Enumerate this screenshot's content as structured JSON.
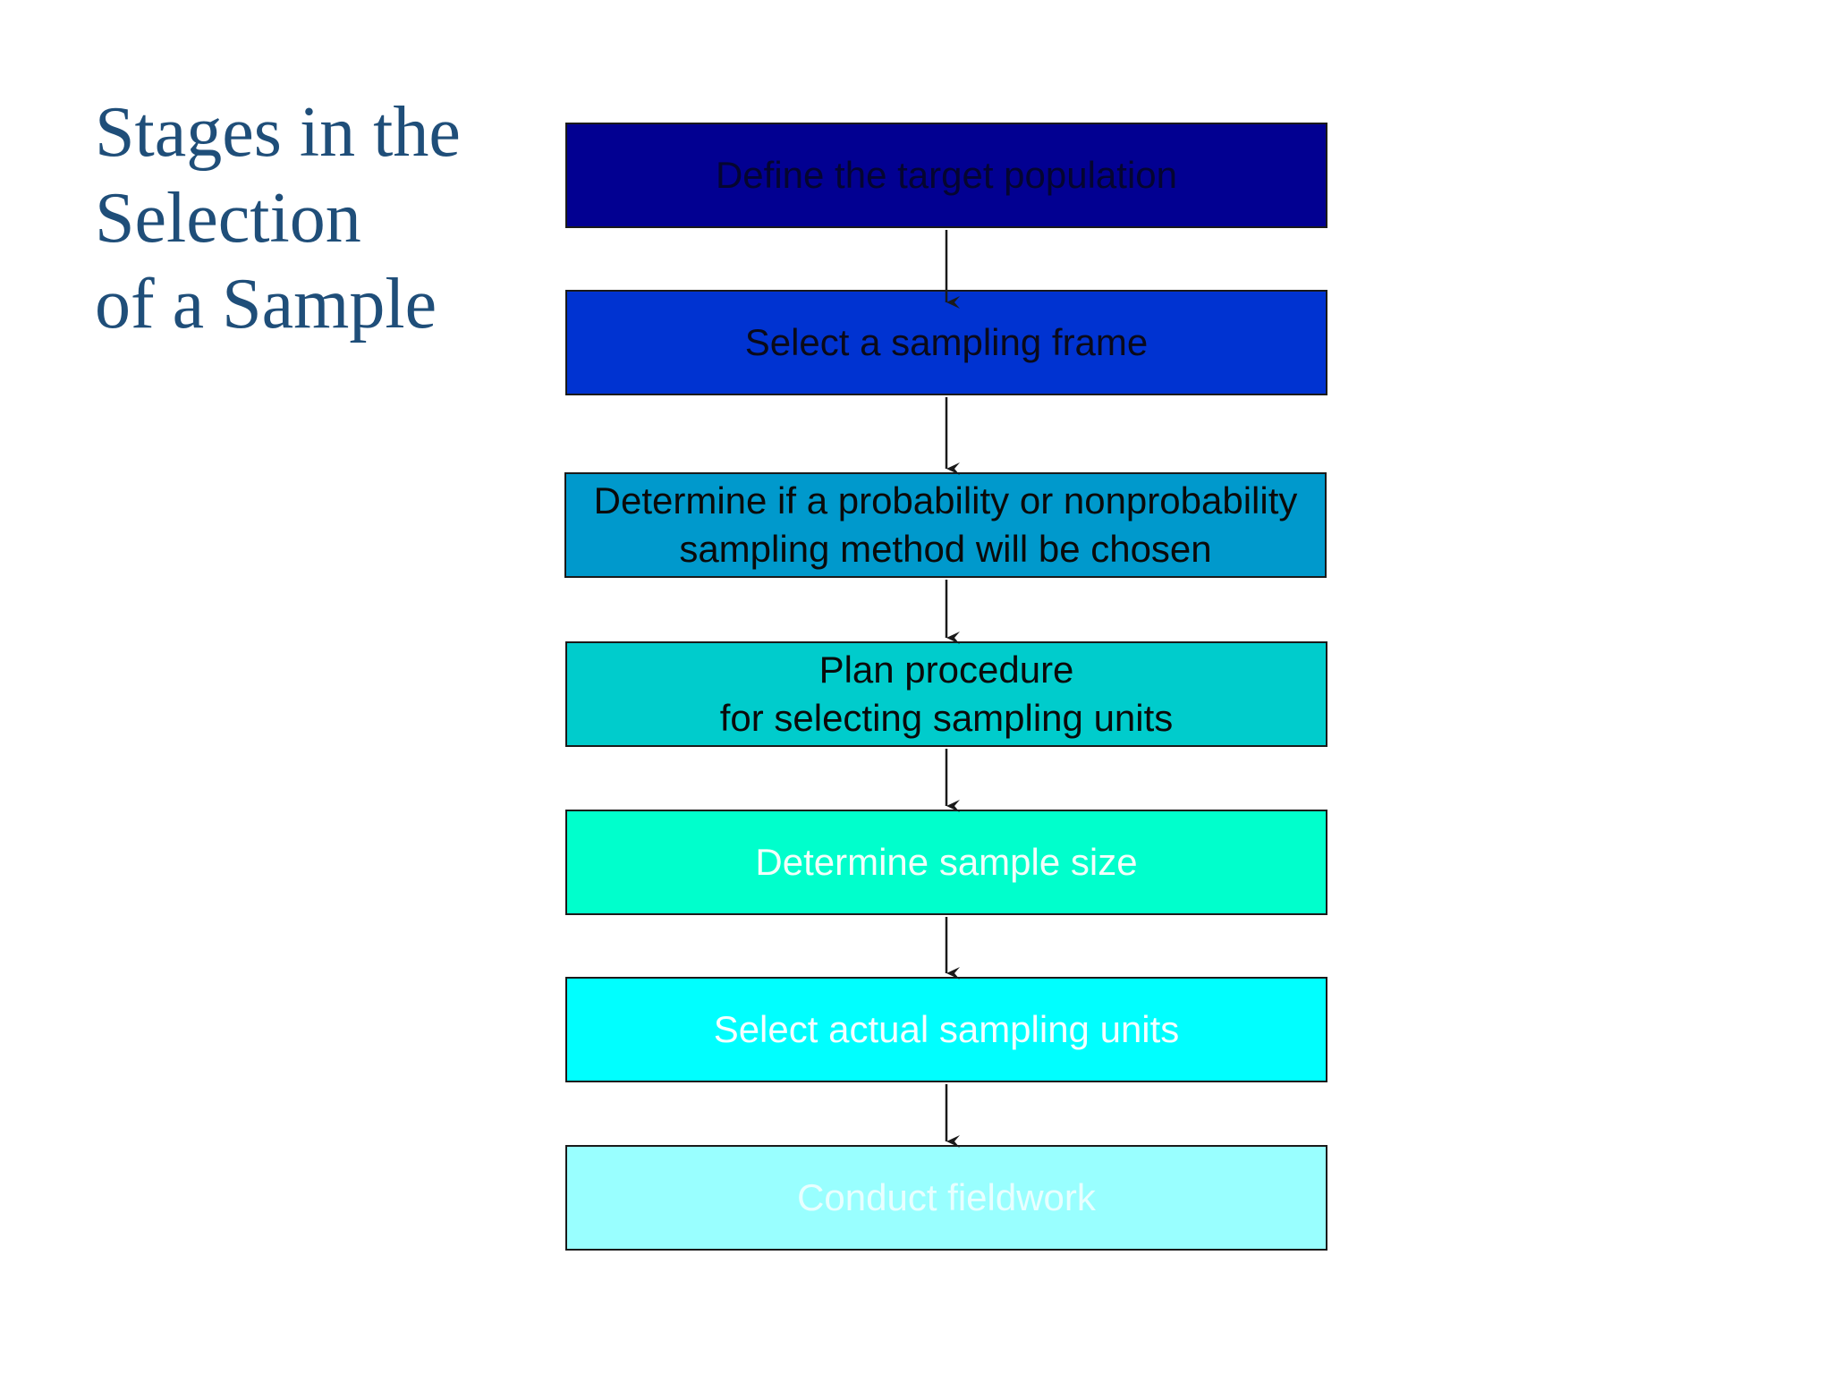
{
  "title": {
    "lines": [
      "Stages in the",
      "Selection",
      "of a Sample"
    ],
    "color": "#1f4e79"
  },
  "steps": [
    {
      "label": "Define the target population",
      "fill": "#020091",
      "text_color": "#050530"
    },
    {
      "label": "Select a sampling frame",
      "fill": "#0033d1",
      "text_color": "#0a0a1a"
    },
    {
      "label": "Determine if a probability or nonprobability\nsampling method will be chosen",
      "fill": "#0099cc",
      "text_color": "#0a0a0a"
    },
    {
      "label": "Plan procedure\nfor selecting sampling units",
      "fill": "#00cccc",
      "text_color": "#0a0a0a"
    },
    {
      "label": "Determine sample size",
      "fill": "#00ffcc",
      "text_color": "#f2fffa"
    },
    {
      "label": "Select actual sampling units",
      "fill": "#00ffff",
      "text_color": "#f5ffff"
    },
    {
      "label": "Conduct fieldwork",
      "fill": "#99ffff",
      "text_color": "#e8ffff"
    }
  ],
  "arrow_color": "#1a1a1a"
}
